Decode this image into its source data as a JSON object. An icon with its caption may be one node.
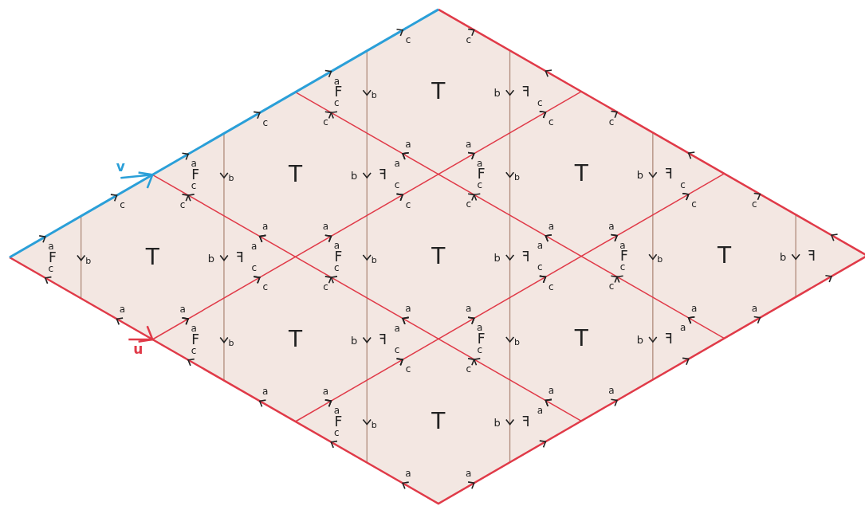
{
  "diagram": {
    "labels": [
      "F",
      "b",
      "T",
      "b",
      "ꟻ",
      "a",
      "c",
      "c",
      "a",
      "c",
      "a",
      "c",
      "a",
      "F",
      "b",
      "T",
      "b",
      "ꟻ",
      "a",
      "c",
      "c",
      "a",
      "c",
      "a",
      "c",
      "a",
      "F",
      "b",
      "T",
      "b",
      "ꟻ",
      "a",
      "c",
      "c",
      "a",
      "a",
      "c",
      "a",
      "F",
      "b",
      "T",
      "b",
      "ꟻ",
      "a",
      "c",
      "c",
      "a",
      "c",
      "a",
      "c",
      "a",
      "F",
      "b",
      "T",
      "b",
      "ꟻ",
      "a",
      "c",
      "c",
      "a",
      "c",
      "a",
      "c",
      "a",
      "F",
      "b",
      "T",
      "b",
      "ꟻ",
      "a",
      "c",
      "c",
      "a",
      "a",
      "c",
      "a",
      "F",
      "b",
      "T",
      "b",
      "ꟻ",
      "a",
      "c",
      "c",
      "c",
      "a",
      "c",
      "a",
      "F",
      "b",
      "T",
      "b",
      "ꟻ",
      "a",
      "c",
      "c",
      "c",
      "a",
      "c",
      "a",
      "F",
      "b",
      "T",
      "b",
      "ꟻ",
      "a",
      "c",
      "c",
      "a",
      "c",
      "a",
      "v",
      "u"
    ]
  }
}
